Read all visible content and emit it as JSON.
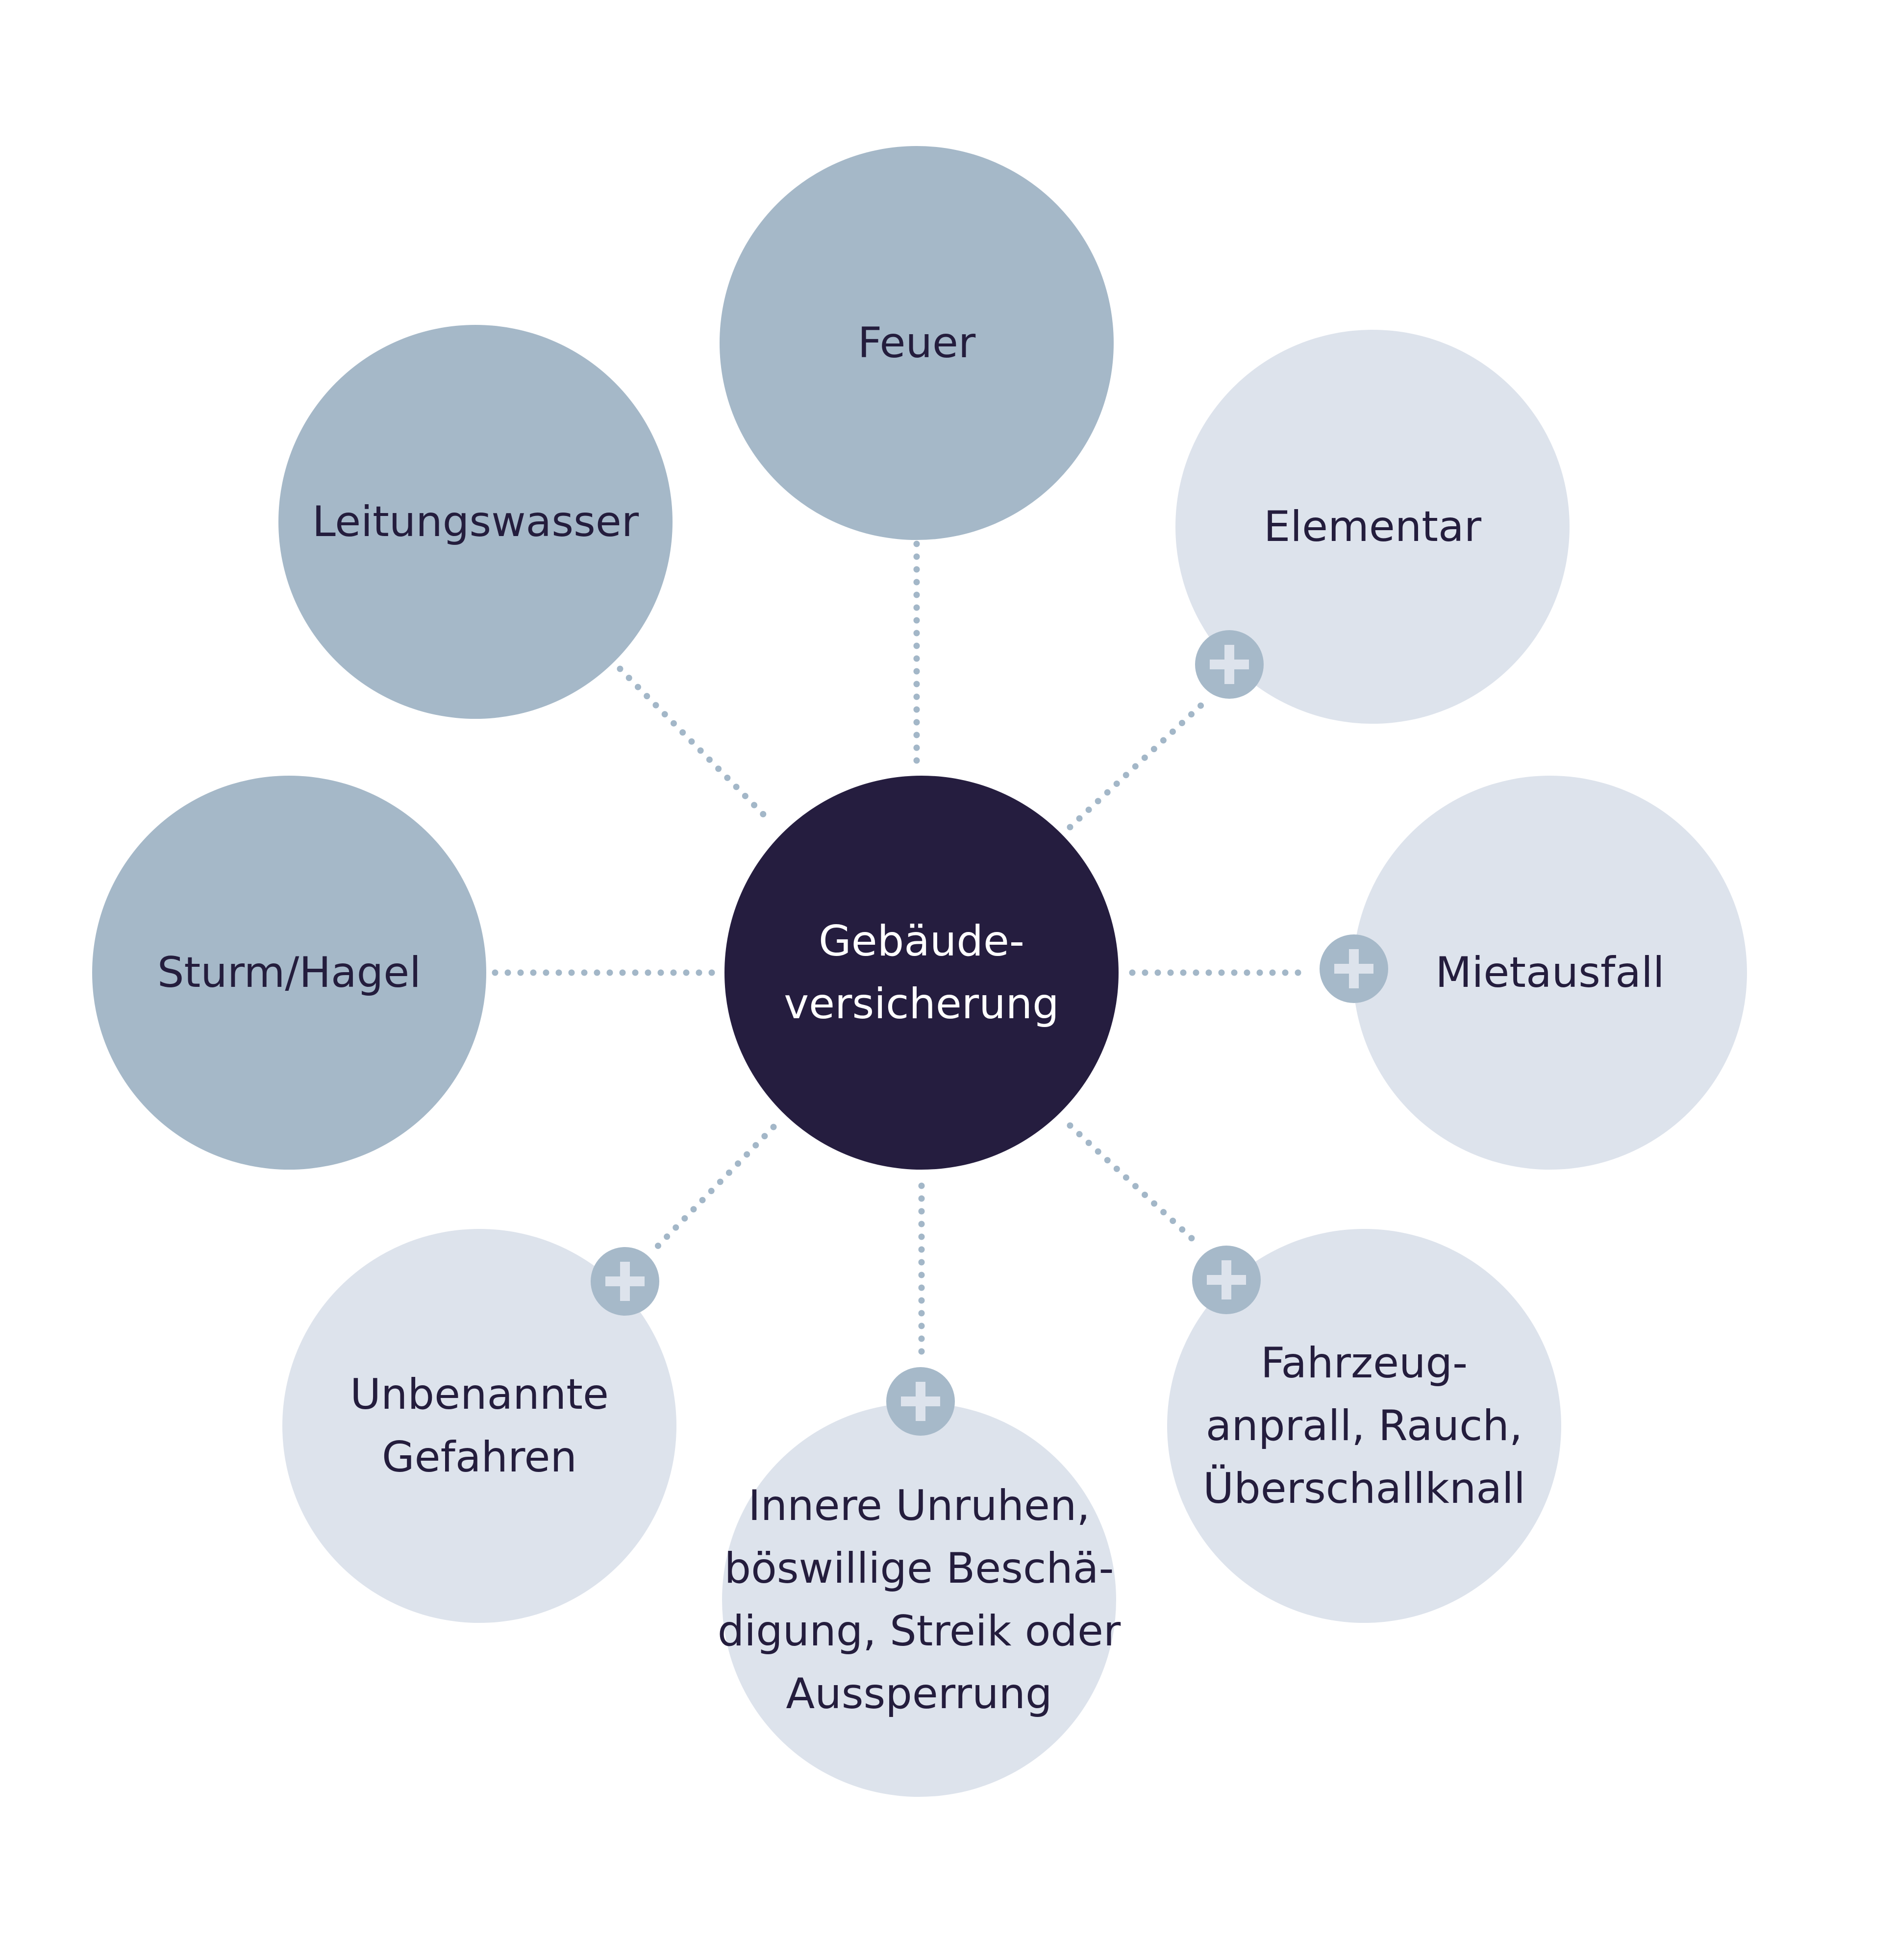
{
  "colors": {
    "center_fill": "#251d3f",
    "basic_fill": "#a5b8c8",
    "optional_fill": "#dde3ec",
    "connector": "#a3b7c8",
    "plus_badge_fill": "#a6b9c9",
    "plus_sign": "#dde3ec",
    "text_dark": "#241d3d",
    "text_light": "#ffffff"
  },
  "center": {
    "lines": [
      "Gebäude-",
      "versicherung"
    ]
  },
  "nodes": [
    {
      "id": "feuer",
      "type": "basic",
      "lines": [
        "Feuer"
      ]
    },
    {
      "id": "elementar",
      "type": "optional",
      "lines": [
        "Elementar"
      ],
      "icon": "plus-icon"
    },
    {
      "id": "mietausfall",
      "type": "optional",
      "lines": [
        "Mietausfall"
      ],
      "icon": "plus-icon"
    },
    {
      "id": "fahrzeuganprall",
      "type": "optional",
      "lines": [
        "Fahrzeug-",
        "anprall, Rauch,",
        "Überschallknall"
      ],
      "icon": "plus-icon"
    },
    {
      "id": "innere-unruhen",
      "type": "optional",
      "lines": [
        "Innere Unruhen,",
        "böswillige Beschä-",
        "digung, Streik oder",
        "Aussperrung"
      ],
      "icon": "plus-icon"
    },
    {
      "id": "unbenannte-gefahren",
      "type": "optional",
      "lines": [
        "Unbenannte",
        "Gefahren"
      ],
      "icon": "plus-icon"
    },
    {
      "id": "sturm-hagel",
      "type": "basic",
      "lines": [
        "Sturm/Hagel"
      ]
    },
    {
      "id": "leitungswasser",
      "type": "basic",
      "lines": [
        "Leitungswasser"
      ]
    }
  ]
}
